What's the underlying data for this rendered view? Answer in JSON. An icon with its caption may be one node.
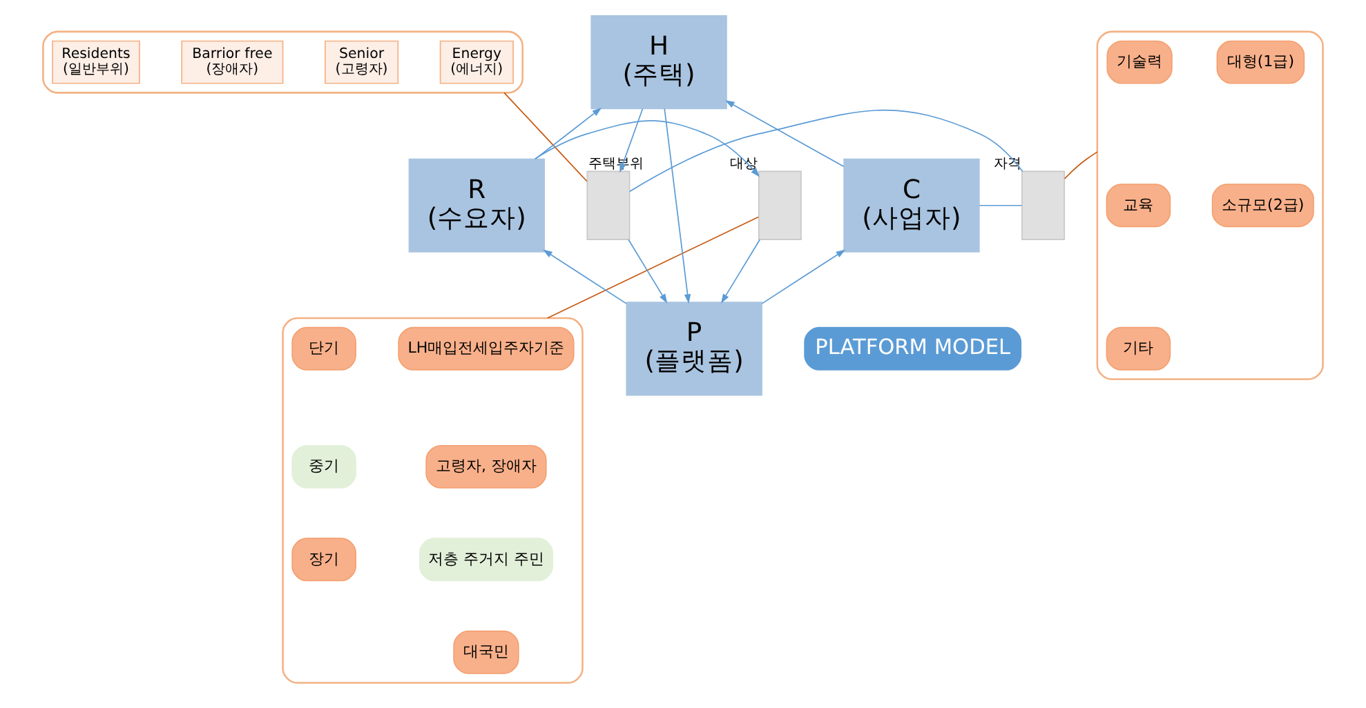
{
  "diagram": {
    "nodes": [
      {
        "text": [],
        "shape": "box"
      },
      {
        "text": [
          "Energy",
          "(에너지)"
        ],
        "in": 0
      },
      {
        "text": [
          "Senior",
          "(고령자)"
        ],
        "in": 0
      },
      {
        "text": [
          "Barrior free",
          "(장애자)"
        ],
        "in": 0
      },
      {
        "text": [
          "Residents",
          "(일반부위)"
        ],
        "in": 0
      },
      {
        "text": [],
        "shape": "box"
      },
      {
        "text": [
          "대형(1급)"
        ],
        "in": 5
      },
      {
        "text": [
          "소규모(2급)"
        ],
        "in": 5
      },
      {
        "text": [
          "기술력"
        ],
        "in": 5
      },
      {
        "text": [
          "교육"
        ],
        "in": 5
      },
      {
        "text": [
          "기타"
        ],
        "in": 5
      },
      {
        "text": [],
        "shape": "box"
      },
      {
        "text": [
          "LH매입전세입주자기준"
        ],
        "in": 11
      },
      {
        "text": [
          "고령자, 장애자"
        ],
        "in": 11
      },
      {
        "text": [
          "저층 주거지 주민"
        ],
        "in": 11
      },
      {
        "text": [
          "대국민"
        ],
        "in": 11
      },
      {
        "text": [
          "단기"
        ],
        "in": 11
      },
      {
        "text": [
          "중기"
        ],
        "in": 11
      },
      {
        "text": [
          "장기"
        ],
        "in": 11
      },
      {
        "text": [
          "H",
          "(주택)"
        ]
      },
      {
        "text": [
          "R",
          "(수요자)"
        ]
      },
      {
        "text": [
          "C",
          "(사업자)"
        ]
      },
      {
        "text": [
          "P",
          "(플랫폼)"
        ]
      },
      {
        "text": [],
        "shape": "box",
        "beside": [
          "주택부위"
        ]
      },
      {
        "text": [],
        "shape": "box",
        "beside": [
          "대상"
        ]
      },
      {
        "text": [],
        "shape": "box",
        "beside": [
          "자격"
        ]
      },
      {
        "text": [
          "PLATFORM MODEL"
        ]
      }
    ],
    "edges": [
      {
        "from": 20,
        "to": 19,
        "arrow": "to"
      },
      {
        "from": 21,
        "to": 19,
        "arrow": "to"
      },
      {
        "from": 19,
        "to": 23,
        "arrow": "to"
      },
      {
        "from": 19,
        "to": 22,
        "arrow": "to"
      },
      {
        "from": 20,
        "to": 24,
        "arrow": "to"
      },
      {
        "from": 24,
        "to": 22,
        "arrow": "to"
      },
      {
        "from": 21,
        "to": 25,
        "arrow": "none"
      },
      {
        "from": 25,
        "to": 23,
        "arrow": "none"
      },
      {
        "from": 23,
        "to": 22,
        "arrow": "to"
      },
      {
        "from": 22,
        "to": 20,
        "arrow": "to"
      },
      {
        "from": 22,
        "to": 21,
        "arrow": "to"
      },
      {
        "from": 0,
        "to": 23,
        "arrow": "none",
        "color": "#c65911"
      },
      {
        "from": 5,
        "to": 25,
        "arrow": "none",
        "color": "#c65911"
      },
      {
        "from": 11,
        "to": 24,
        "arrow": "none",
        "color": "#c65911"
      }
    ]
  }
}
